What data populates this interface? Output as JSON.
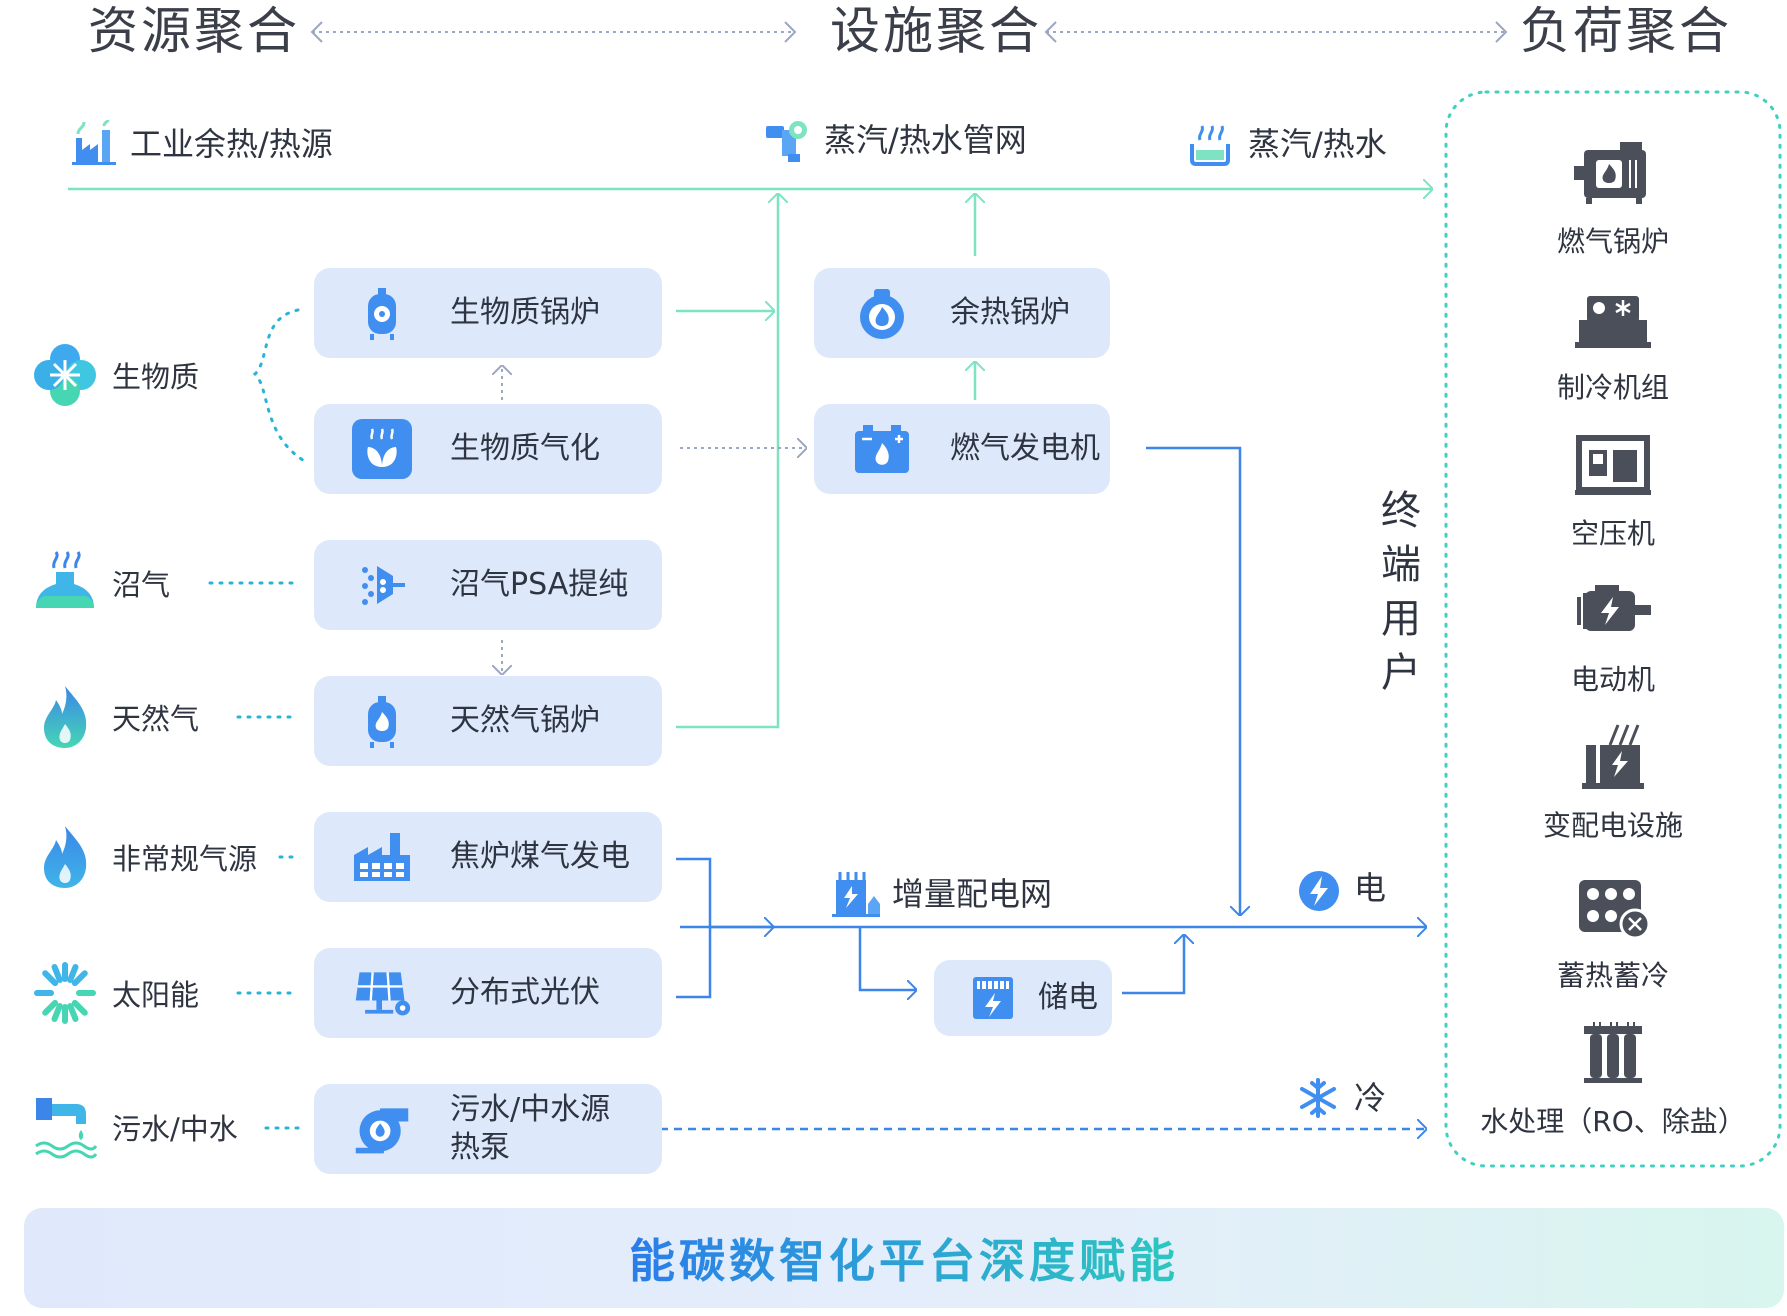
{
  "headers": {
    "resource": "资源聚合",
    "facility": "设施聚合",
    "load": "负荷聚合"
  },
  "top_labels": {
    "industrial_heat": "工业余热/热源",
    "steam_network": "蒸汽/热水管网",
    "steam_output": "蒸汽/热水"
  },
  "sources": [
    {
      "label": "生物质",
      "icon": "clover-icon"
    },
    {
      "label": "沼气",
      "icon": "biogas-flask-icon"
    },
    {
      "label": "天然气",
      "icon": "flame-icon"
    },
    {
      "label": "非常规气源",
      "icon": "flame-icon"
    },
    {
      "label": "太阳能",
      "icon": "sun-icon"
    },
    {
      "label": "污水/中水",
      "icon": "sewage-pipe-icon"
    }
  ],
  "process_boxes": [
    {
      "label": "生物质锅炉",
      "icon": "boiler-icon"
    },
    {
      "label": "生物质气化",
      "icon": "leaf-steam-icon"
    },
    {
      "label": "沼气PSA提纯",
      "icon": "purifier-icon"
    },
    {
      "label": "天然气锅炉",
      "icon": "gas-boiler-icon"
    },
    {
      "label": "焦炉煤气发电",
      "icon": "factory-icon"
    },
    {
      "label": "分布式光伏",
      "icon": "solar-panel-icon"
    },
    {
      "label": "污水/中水源",
      "label2": "热泵",
      "icon": "pump-icon"
    }
  ],
  "facility_boxes": [
    {
      "label": "余热锅炉",
      "icon": "waste-heat-boiler-icon"
    },
    {
      "label": "燃气发电机",
      "icon": "battery-flame-icon"
    },
    {
      "label": "储电",
      "icon": "storage-battery-icon"
    }
  ],
  "grid_label": "增量配电网",
  "outputs": {
    "electricity": "电",
    "cold": "冷"
  },
  "side_label": [
    "终",
    "端",
    "用",
    "户"
  ],
  "loads": [
    {
      "label": "燃气锅炉",
      "icon": "gas-boiler-machine-icon"
    },
    {
      "label": "制冷机组",
      "icon": "chiller-icon"
    },
    {
      "label": "空压机",
      "icon": "air-compressor-icon"
    },
    {
      "label": "电动机",
      "icon": "motor-icon"
    },
    {
      "label": "变配电设施",
      "icon": "substation-icon"
    },
    {
      "label": "蓄热蓄冷",
      "icon": "thermal-storage-icon"
    },
    {
      "label": "水处理（RO、除盐）",
      "icon": "water-treatment-icon"
    }
  ],
  "platform": "能碳数智化平台深度赋能",
  "colors": {
    "green_line": "#7de3c3",
    "blue_line": "#3b86e8",
    "dotted_teal": "#28b4d6",
    "box_fill": "#dde9fb",
    "icon_blue": "#3f8ef0",
    "text": "#2f3441"
  }
}
